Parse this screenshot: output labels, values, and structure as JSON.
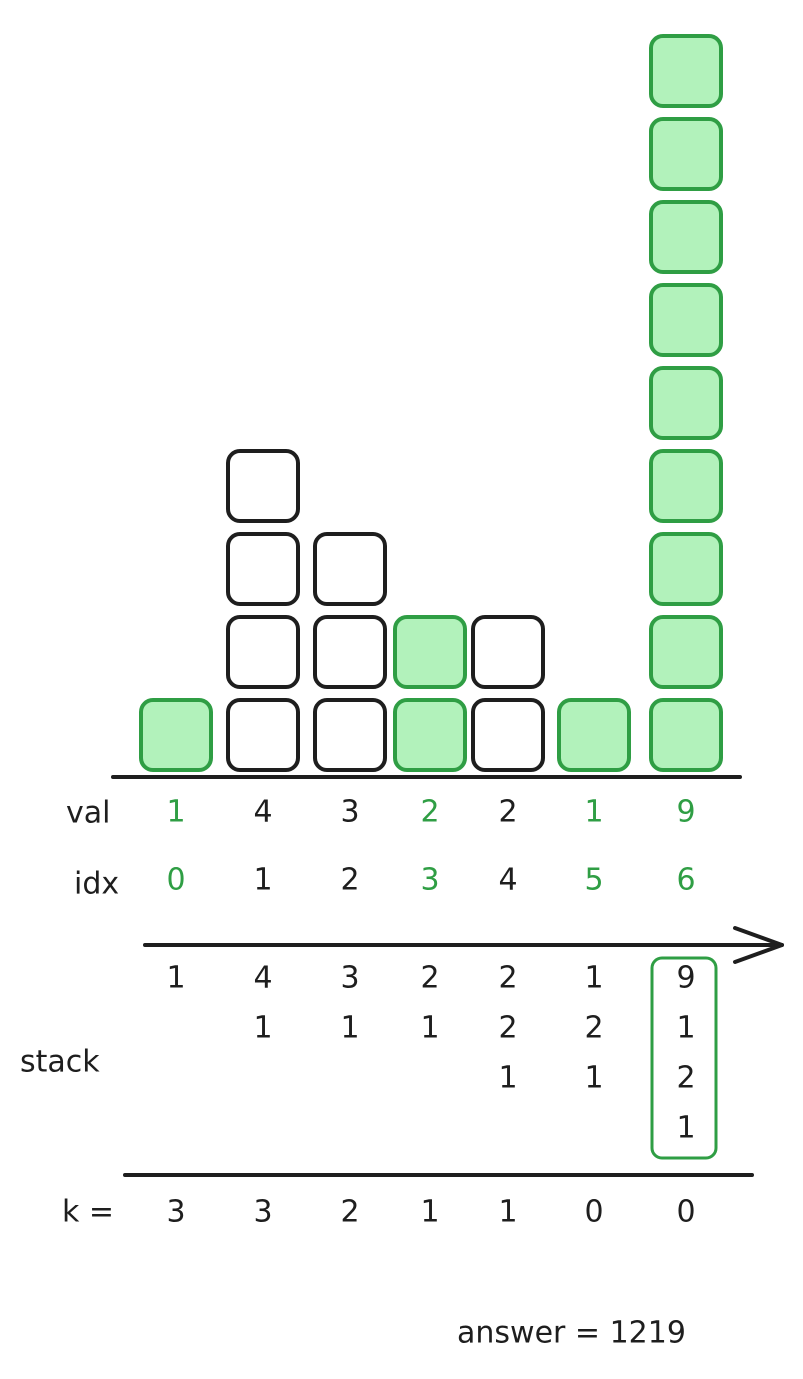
{
  "colors": {
    "ink": "#1e1e1e",
    "green_stroke": "#2f9e44",
    "green_fill": "#b2f2bb"
  },
  "labels": {
    "val": "val",
    "idx": "idx",
    "stack": "stack",
    "k": "k =",
    "answer": "answer = 1219"
  },
  "columns": [
    {
      "val": "1",
      "idx": "0",
      "highlight": true,
      "height": 1,
      "stack": [
        "1"
      ],
      "k": "3"
    },
    {
      "val": "4",
      "idx": "1",
      "highlight": false,
      "height": 4,
      "stack": [
        "4",
        "1"
      ],
      "k": "3"
    },
    {
      "val": "3",
      "idx": "2",
      "highlight": false,
      "height": 3,
      "stack": [
        "3",
        "1"
      ],
      "k": "2"
    },
    {
      "val": "2",
      "idx": "3",
      "highlight": true,
      "height": 2,
      "stack": [
        "2",
        "1"
      ],
      "k": "1"
    },
    {
      "val": "2",
      "idx": "4",
      "highlight": false,
      "height": 2,
      "stack": [
        "2",
        "2",
        "1"
      ],
      "k": "1"
    },
    {
      "val": "1",
      "idx": "5",
      "highlight": true,
      "height": 1,
      "stack": [
        "1",
        "2",
        "1"
      ],
      "k": "0"
    },
    {
      "val": "9",
      "idx": "6",
      "highlight": true,
      "height": 9,
      "stack": [
        "9",
        "1",
        "2",
        "1"
      ],
      "k": "0"
    }
  ]
}
